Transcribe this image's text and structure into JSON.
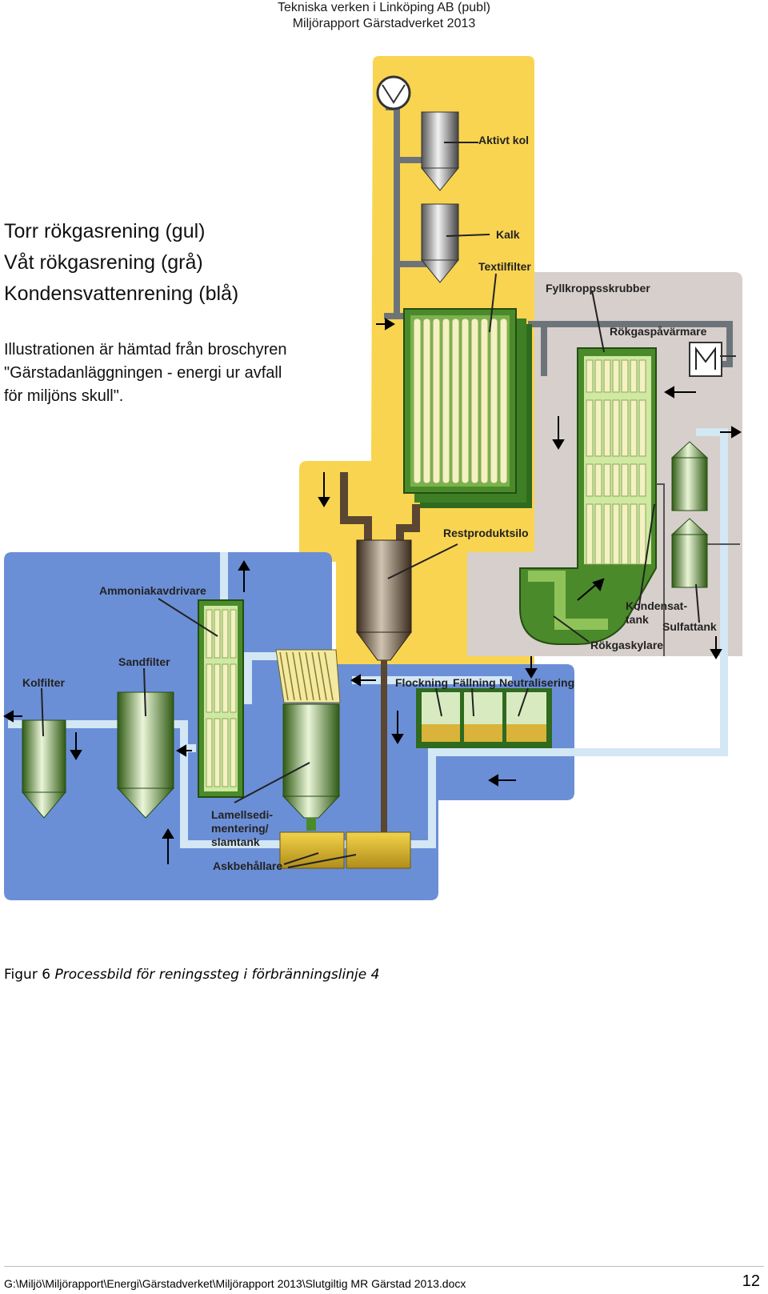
{
  "header": {
    "line1": "Tekniska verken i Linköping AB (publ)",
    "line2": "Miljörapport Gärstadverket 2013"
  },
  "figure": {
    "legend": {
      "line1": "Torr rökgasrening (gul)",
      "line2": "Våt rökgasrening (grå)",
      "line3": "Kondensvattenrening (blå)"
    },
    "note": {
      "line1": "Illustrationen är hämtad från broschyren",
      "line2": "\"Gärstadanläggningen - energi ur avfall",
      "line3": "för miljöns skull\"."
    },
    "labels": {
      "aktivt_kol": "Aktivt kol",
      "kalk": "Kalk",
      "textilfilter": "Textilfilter",
      "fyllkroppsskrubber": "Fyllkroppsskrubber",
      "rokgaspavarmare": "Rökgaspåvärmare",
      "restproduktsilo": "Restproduktsilo",
      "ammoniakavdrivare": "Ammoniakavdrivare",
      "kondensat1": "Kondensat-",
      "kondensat2": "tank",
      "sulfattank": "Sulfattank",
      "rokgaskylare": "Rökgaskylare",
      "sandfilter": "Sandfilter",
      "kolfilter": "Kolfilter",
      "flockning": "Flockning",
      "fallning": "Fällning",
      "neutralisering": "Neutralisering",
      "lamell1": "Lamellsedi-",
      "lamell2": "mentering/",
      "lamell3": "slamtank",
      "askbehallare": "Askbehållare"
    },
    "colors": {
      "yellow": "#f9d451",
      "grey": "#d6cfcc",
      "blue": "#6b8fd6",
      "pipe": "#d3e7f4",
      "green_dark": "#3f6e1e",
      "green_light": "#c8e39a"
    }
  },
  "caption": {
    "prefix": "Figur 6",
    "text": "Processbild för reningssteg i förbränningslinje 4"
  },
  "footer": {
    "path": "G:\\Miljö\\Miljörapport\\Energi\\Gärstadverket\\Miljörapport 2013\\Slutgiltig MR Gärstad 2013.docx",
    "page": "12"
  }
}
